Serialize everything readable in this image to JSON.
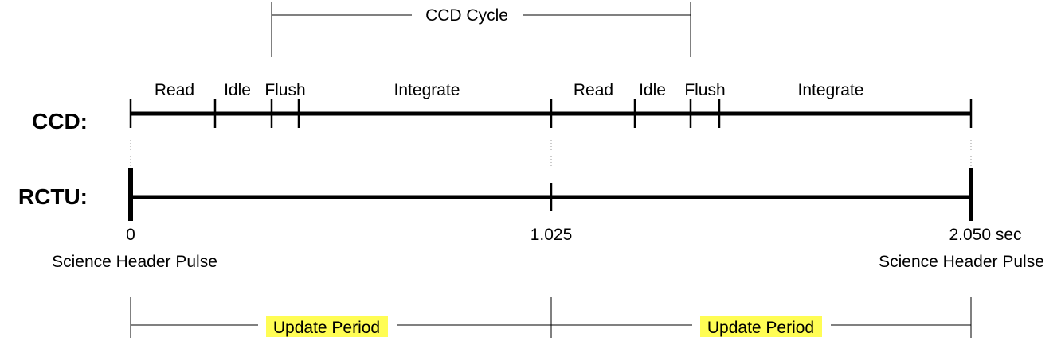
{
  "rows": {
    "ccd_label": "CCD:",
    "rctu_label": "RCTU:"
  },
  "ccd_cycle_label": "CCD Cycle",
  "phases": [
    {
      "label": "Read"
    },
    {
      "label": "Idle"
    },
    {
      "label": "Flush"
    },
    {
      "label": "Integrate"
    },
    {
      "label": "Read"
    },
    {
      "label": "Idle"
    },
    {
      "label": "Flush"
    },
    {
      "label": "Integrate"
    }
  ],
  "time_labels": {
    "start": "0",
    "mid": "1.025",
    "end": "2.050 sec"
  },
  "pulse_labels": {
    "left": "Science Header Pulse",
    "right": "Science Header Pulse"
  },
  "update_periods": [
    {
      "label": "Update Period"
    },
    {
      "label": "Update Period"
    }
  ],
  "colors": {
    "highlight": "#fffd54",
    "line": "#000000",
    "guide": "#9a9a9a"
  }
}
